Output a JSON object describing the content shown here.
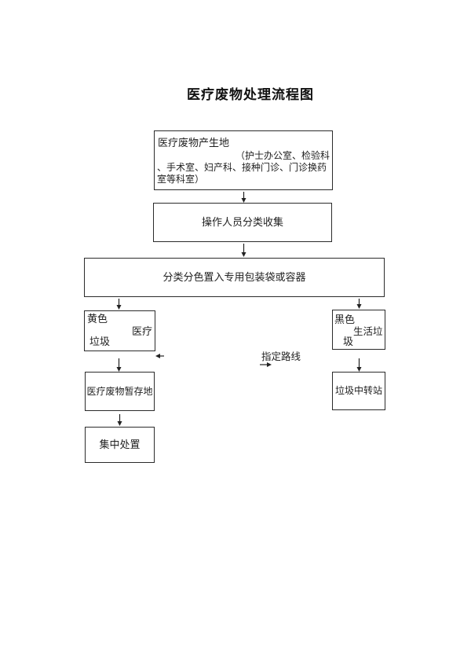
{
  "title": "医疗废物处理流程图",
  "flowchart": {
    "source": {
      "lines": [
        "医疗废物产生地",
        "（护士办公室、检验科",
        "、手术室、妇产科、接种门诊、门诊换药",
        "室等科室）"
      ]
    },
    "collect": {
      "label": "操作人员分类收集"
    },
    "pack": {
      "label": "分类分色置入专用包装袋或容器"
    },
    "yellow_waste": {
      "lines": [
        "黄色",
        "医疗",
        "垃圾"
      ]
    },
    "black_waste": {
      "lines": [
        "黑色",
        "生活垃",
        "圾"
      ]
    },
    "storage": {
      "label": "医疗废物暂存地"
    },
    "central_disposal": {
      "label": "集中处置"
    },
    "transfer_station": {
      "label": "垃圾中转站"
    },
    "route_annotation": "指定路线"
  },
  "colors": {
    "background": "#ffffff",
    "ink": "#1f1f1f",
    "box_border": "#2b2b2b"
  }
}
